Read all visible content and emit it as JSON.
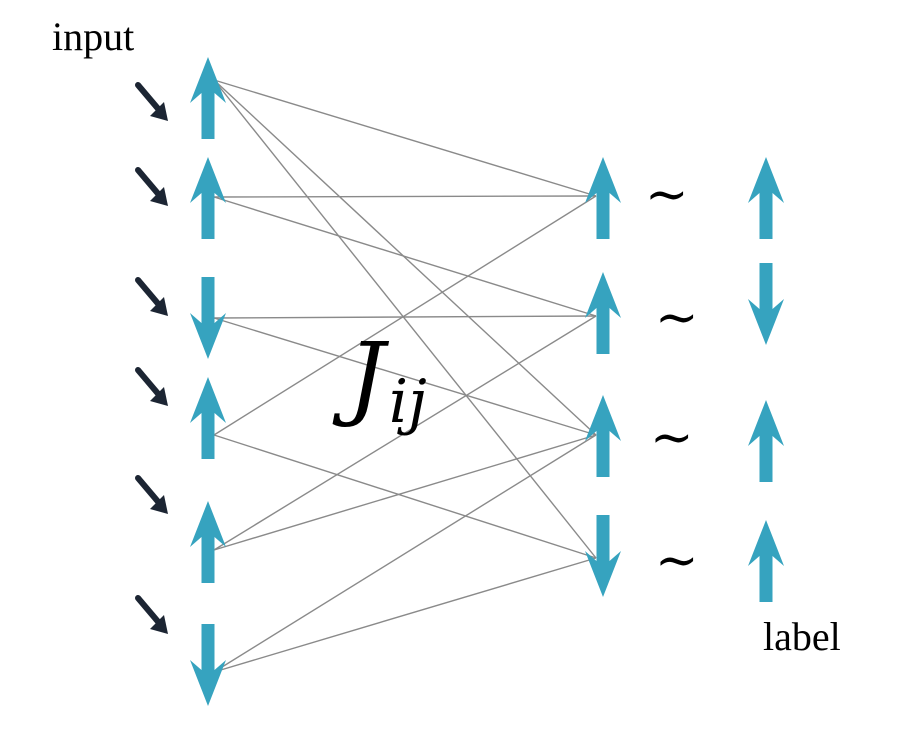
{
  "labels": {
    "input": "input",
    "label": "label",
    "coupling_main": "J",
    "coupling_sub": "ij",
    "tilde": "~"
  },
  "colors": {
    "spin": "#36a3bf",
    "input_arrow": "#1c2533",
    "connection": "#8a8a8a"
  },
  "input_layer": {
    "spins": [
      "up",
      "up",
      "down",
      "up",
      "up",
      "down"
    ]
  },
  "output_layer": {
    "spins": [
      "up",
      "up",
      "up",
      "down"
    ]
  },
  "label_layer": {
    "spins": [
      "up",
      "down",
      "up",
      "up"
    ]
  },
  "connections": [
    [
      0,
      0
    ],
    [
      0,
      2
    ],
    [
      0,
      3
    ],
    [
      1,
      0
    ],
    [
      1,
      1
    ],
    [
      2,
      1
    ],
    [
      2,
      2
    ],
    [
      3,
      0
    ],
    [
      3,
      3
    ],
    [
      4,
      1
    ],
    [
      4,
      2
    ],
    [
      5,
      2
    ],
    [
      5,
      3
    ]
  ]
}
